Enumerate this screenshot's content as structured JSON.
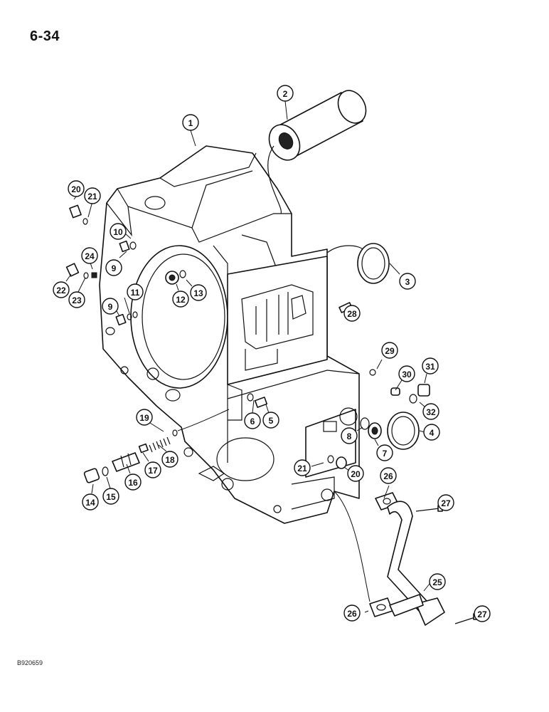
{
  "page": {
    "number": "6-34",
    "ref_code": "B920659"
  },
  "callouts": [
    {
      "id": "c1",
      "label": "1"
    },
    {
      "id": "c2",
      "label": "2"
    },
    {
      "id": "c3",
      "label": "3"
    },
    {
      "id": "c4",
      "label": "4"
    },
    {
      "id": "c5",
      "label": "5"
    },
    {
      "id": "c6",
      "label": "6"
    },
    {
      "id": "c7",
      "label": "7"
    },
    {
      "id": "c8",
      "label": "8"
    },
    {
      "id": "c9a",
      "label": "9"
    },
    {
      "id": "c9b",
      "label": "9"
    },
    {
      "id": "c10",
      "label": "10"
    },
    {
      "id": "c11",
      "label": "11"
    },
    {
      "id": "c12",
      "label": "12"
    },
    {
      "id": "c13",
      "label": "13"
    },
    {
      "id": "c14",
      "label": "14"
    },
    {
      "id": "c15",
      "label": "15"
    },
    {
      "id": "c16",
      "label": "16"
    },
    {
      "id": "c17",
      "label": "17"
    },
    {
      "id": "c18",
      "label": "18"
    },
    {
      "id": "c19",
      "label": "19"
    },
    {
      "id": "c20a",
      "label": "20"
    },
    {
      "id": "c20b",
      "label": "20"
    },
    {
      "id": "c21a",
      "label": "21"
    },
    {
      "id": "c21b",
      "label": "21"
    },
    {
      "id": "c22",
      "label": "22"
    },
    {
      "id": "c23",
      "label": "23"
    },
    {
      "id": "c24",
      "label": "24"
    },
    {
      "id": "c25",
      "label": "25"
    },
    {
      "id": "c26a",
      "label": "26"
    },
    {
      "id": "c26b",
      "label": "26"
    },
    {
      "id": "c27a",
      "label": "27"
    },
    {
      "id": "c27b",
      "label": "27"
    },
    {
      "id": "c28",
      "label": "28"
    },
    {
      "id": "c29",
      "label": "29"
    },
    {
      "id": "c30",
      "label": "30"
    },
    {
      "id": "c31",
      "label": "31"
    },
    {
      "id": "c32",
      "label": "32"
    }
  ]
}
